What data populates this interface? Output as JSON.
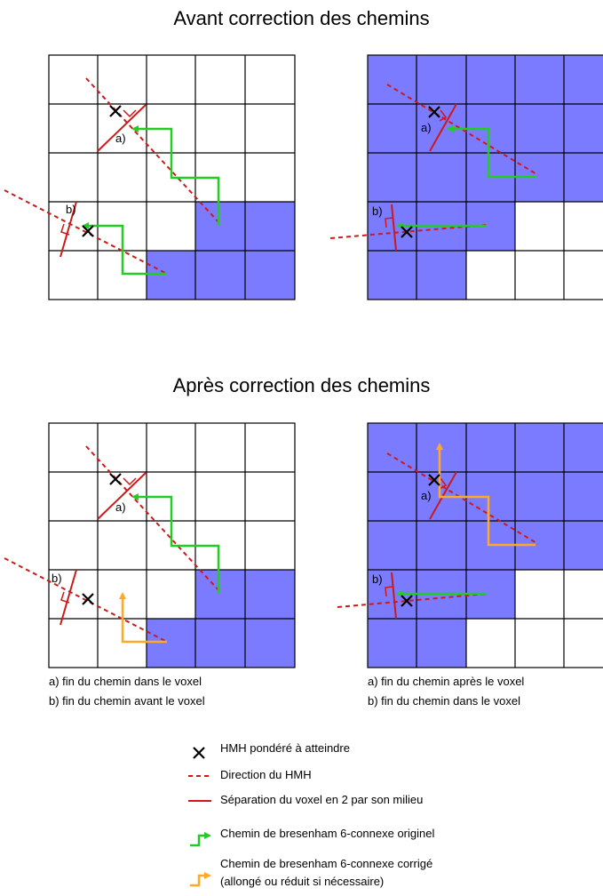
{
  "titles": {
    "before": "Avant correction des chemins",
    "after": "Après correction des chemins"
  },
  "diagram_labels": {
    "a": "a)",
    "b": "b)"
  },
  "captions": {
    "left": {
      "a": "a) fin du chemin dans le voxel",
      "b": "b) fin du chemin avant le voxel"
    },
    "right": {
      "a": "a) fin du chemin après le voxel",
      "b": "b) fin du chemin dans le voxel"
    }
  },
  "legend": [
    {
      "icon": "cross-icon",
      "text": "HMH pondéré à atteindre"
    },
    {
      "icon": "dashed-line-icon",
      "text": "Direction du HMH"
    },
    {
      "icon": "solid-line-icon",
      "text": "Séparation du voxel en 2 par son milieu"
    },
    {
      "icon": "green-path-arrow-icon",
      "text": "Chemin de bresenham 6-connexe originel"
    },
    {
      "icon": "orange-path-arrow-icon",
      "text": "Chemin de bresenham 6-connexe corrigé",
      "text2": "(allongé ou réduit si nécessaire)"
    }
  ],
  "colors": {
    "voxel_fill": "#7b7bff",
    "grid": "#000000",
    "direction": "#cc1a1a",
    "separation": "#cc1a1a",
    "original_path": "#22cc22",
    "corrected_path": "#ffaa22"
  }
}
